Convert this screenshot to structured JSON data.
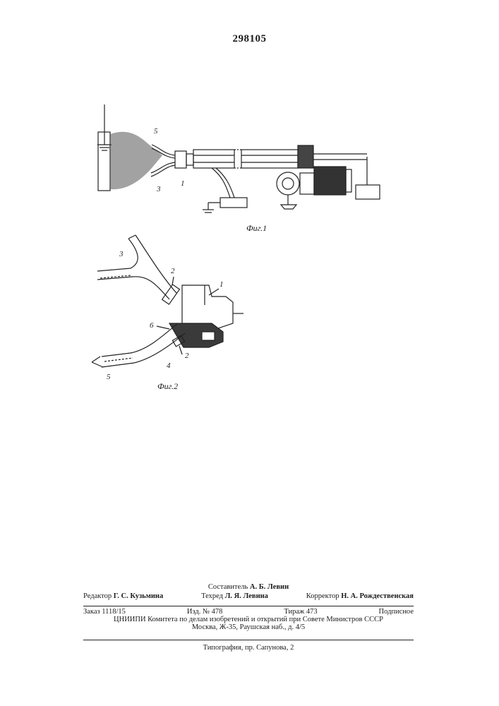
{
  "patent_number": "298105",
  "figures": {
    "fig1": {
      "caption": "Фиг.1",
      "labels": {
        "l5": "5",
        "l3": "3",
        "l1": "1"
      }
    },
    "fig2": {
      "caption": "Фиг.2",
      "labels": {
        "l3": "3",
        "l2a": "2",
        "l1": "1",
        "l6": "6",
        "l2b": "2",
        "l4": "4",
        "l5": "5"
      }
    }
  },
  "imprint": {
    "compiler_label": "Составитель",
    "compiler_name": "А. Б. Левин",
    "editor_label": "Редактор",
    "editor_name": "Г. С. Кузьмина",
    "tech_label": "Техред",
    "tech_name": "Л. Я. Левина",
    "corrector_label": "Корректор",
    "corrector_name": "Н. А. Рождественская",
    "order": "Заказ 1118/15",
    "edition": "Изд. № 478",
    "circulation": "Тираж 473",
    "subscription": "Подписное",
    "org_line": "ЦНИИПИ Комитета по делам изобретений и открытий при Совете Министров СССР",
    "address": "Москва, Ж-35, Раушская наб., д. 4/5",
    "printing": "Типография, пр. Сапунова, 2"
  }
}
